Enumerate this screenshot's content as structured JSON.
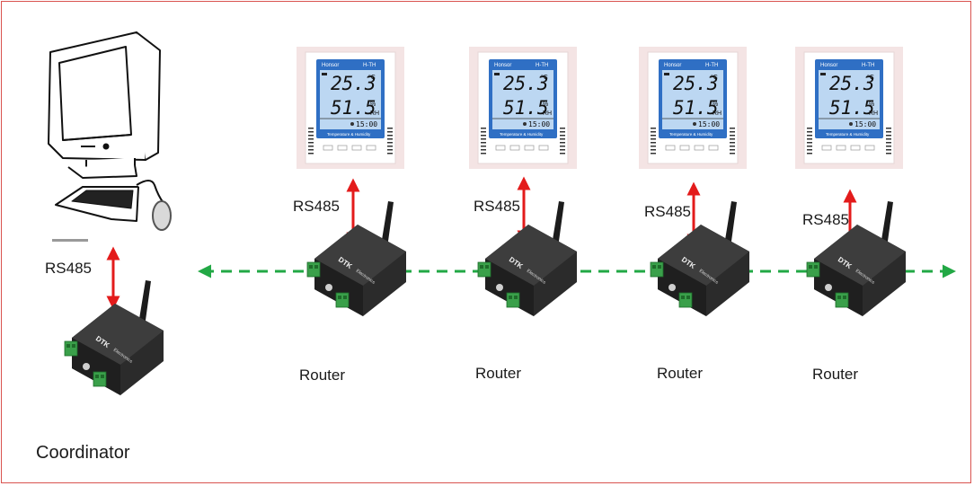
{
  "diagram": {
    "link_label": "RS485",
    "coordinator": {
      "label": "Coordinator"
    },
    "routers": [
      {
        "label": "Router"
      },
      {
        "label": "Router"
      },
      {
        "label": "Router"
      },
      {
        "label": "Router"
      }
    ],
    "sensor_display": {
      "brand": "Honsor",
      "model": "H-TH",
      "temperature": "25.3",
      "temperature_unit": "°C",
      "humidity": "51.5",
      "humidity_unit": "%RH",
      "time": "15:00",
      "caption": "Temperature & Humidity"
    },
    "device_brand": "DTK",
    "device_subbrand": "Electronics",
    "colors": {
      "frame": "#d9534f",
      "rs485_arrow": "#e31b1b",
      "wireless_link": "#22a845",
      "device_body": "#2b2b2b",
      "terminal": "#3aa04a",
      "sensor_screen": "#2f6fc4",
      "sensor_bezel": "#f4e4e4"
    }
  }
}
